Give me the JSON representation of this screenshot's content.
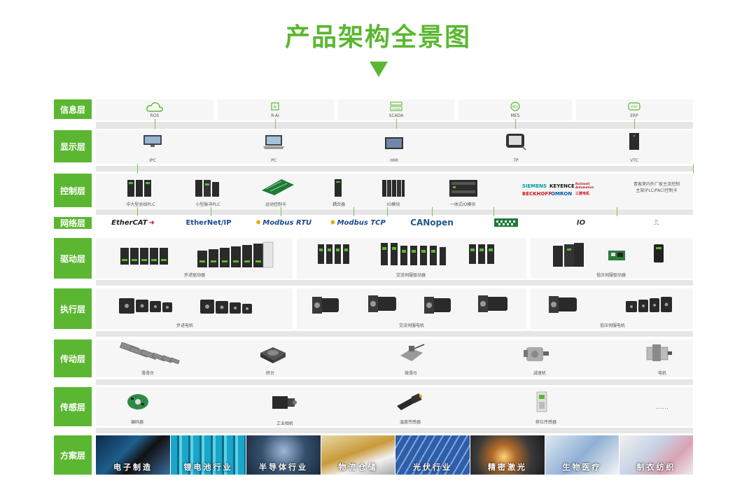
{
  "title": "产品架构全景图",
  "layers": [
    "信息层",
    "显示层",
    "控制层",
    "网络层",
    "驱动层",
    "执行层",
    "传动层",
    "传感层",
    "方案层"
  ],
  "info": [
    "ROS",
    "R-AI",
    "SCADA",
    "MES",
    "ERP"
  ],
  "info_icon_text": [
    "AI",
    "SCADA",
    "MES",
    "ERP"
  ],
  "display": [
    "IPC",
    "PC",
    "HMI",
    "TP",
    "VTC"
  ],
  "control": [
    "中大型总线PLC",
    "小型脉冲PLC",
    "运动控制卡",
    "耦合器",
    "IO模块",
    "一体式IO模块",
    "青客荣内外厂家主流控制主架(PLC/PAC)控制卡"
  ],
  "brands": [
    "SIEMENS",
    "KEYENCE",
    "Rockwell Automation",
    "BECKHOFF",
    "OMRON",
    "三菱电机"
  ],
  "network": [
    "EtherCAT",
    "EtherNet/IP",
    "Modbus RTU",
    "Modbus TCP",
    "CANopen",
    "",
    "IO",
    "⎍"
  ],
  "drive": [
    "步进驱动器",
    "交流伺服驱动器",
    "低压伺服驱动器"
  ],
  "execute": [
    "步进电机",
    "交流伺服电机",
    "低压伺服电机"
  ],
  "transmission": [
    "滑滑台",
    "转台",
    "微滑台",
    "减速机",
    "电机"
  ],
  "sensing": [
    "编码器",
    "工业相机",
    "温度传感器",
    "移位传感器",
    "……"
  ],
  "solutions": [
    "电子制造",
    "锂电池行业",
    "半导体行业",
    "物流仓储",
    "光伏行业",
    "精密激光",
    "生物医疗",
    "制衣纺织"
  ],
  "colors": {
    "accent": "#5bb731"
  }
}
